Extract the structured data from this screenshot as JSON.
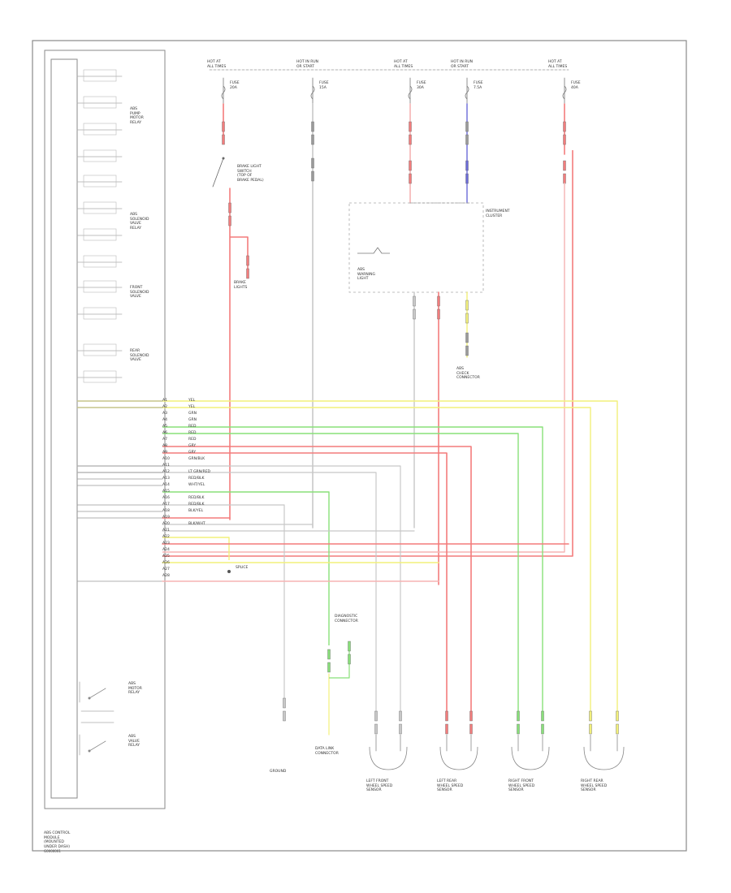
{
  "diagram": {
    "title": "ABS CONTROL\nMODULE\n(MOUNTED\nUNDER DASH)",
    "code": "G0000001",
    "colors": {
      "red": "#f37c7c",
      "pink": "#f5b3b3",
      "green": "#88e079",
      "yellow": "#f2f07a",
      "blue": "#6b6bd8",
      "gray": "#9a9a9a",
      "lightgray": "#c8c8c8",
      "frame": "#8a8a8a"
    },
    "module": {
      "groups": [
        {
          "label": "ABS\nPUMP\nMOTOR\nRELAY"
        },
        {
          "label": "ABS\nSOLENOID\nVALVE\nRELAY"
        },
        {
          "label": "FRONT\nSOLENOID\nVALVE"
        },
        {
          "label": "REAR\nSOLENOID\nVALVE"
        }
      ],
      "relays": [
        {
          "label": "ABS\nMOTOR\nRELAY"
        },
        {
          "label": "ABS\nVALVE\nRELAY"
        }
      ]
    },
    "fuses": [
      {
        "label": "HOT AT\nALL TIMES",
        "fuse": "FUSE\n20A"
      },
      {
        "label": "HOT IN RUN\nOR START",
        "fuse": "FUSE\n15A"
      },
      {
        "label": "HOT AT\nALL TIMES",
        "fuse": "FUSE\n30A"
      },
      {
        "label": "HOT IN RUN\nOR START",
        "fuse": "FUSE\n7.5A"
      },
      {
        "label": "HOT AT\nALL TIMES",
        "fuse": "FUSE\n40A"
      }
    ],
    "components": [
      {
        "label": "BRAKE LIGHT\nSWITCH\n(TOP OF\nBRAKE PEDAL)"
      },
      {
        "label": "BRAKE\nLIGHTS"
      },
      {
        "label": "ABS\nWARNING\nLIGHT"
      },
      {
        "label": "INSTRUMENT\nCLUSTER"
      },
      {
        "label": "ABS\nCHECK\nCONNECTOR"
      },
      {
        "label": "DATA LINK\nCONNECTOR"
      },
      {
        "label": "DIAGNOSTIC\nCONNECTOR"
      },
      {
        "label": "GROUND"
      },
      {
        "label": "LEFT FRONT\nWHEEL SPEED\nSENSOR"
      },
      {
        "label": "LEFT REAR\nWHEEL SPEED\nSENSOR"
      },
      {
        "label": "RIGHT FRONT\nWHEEL SPEED\nSENSOR"
      },
      {
        "label": "RIGHT REAR\nWHEEL SPEED\nSENSOR"
      }
    ],
    "pins": [
      "A1",
      "A2",
      "A3",
      "A4",
      "A5",
      "A6",
      "A7",
      "A8",
      "A9",
      "A10",
      "A11",
      "A12",
      "A13",
      "A14",
      "A15",
      "A16",
      "A17",
      "A18",
      "A19",
      "A20",
      "A21",
      "A22",
      "A23",
      "A24",
      "A25",
      "A26",
      "A27",
      "A28"
    ],
    "wire_colors": [
      "YEL",
      "YEL",
      "GRN",
      "GRN",
      "RED",
      "RED",
      "RED",
      "GRY",
      "GRY",
      "GRN/BLK",
      "",
      "LT GRN/RED",
      "RED/BLK",
      "WHT/YEL",
      "",
      "RED/BLK",
      "RED/BLK",
      "BLK/YEL",
      "",
      "BLK/WHT"
    ]
  }
}
